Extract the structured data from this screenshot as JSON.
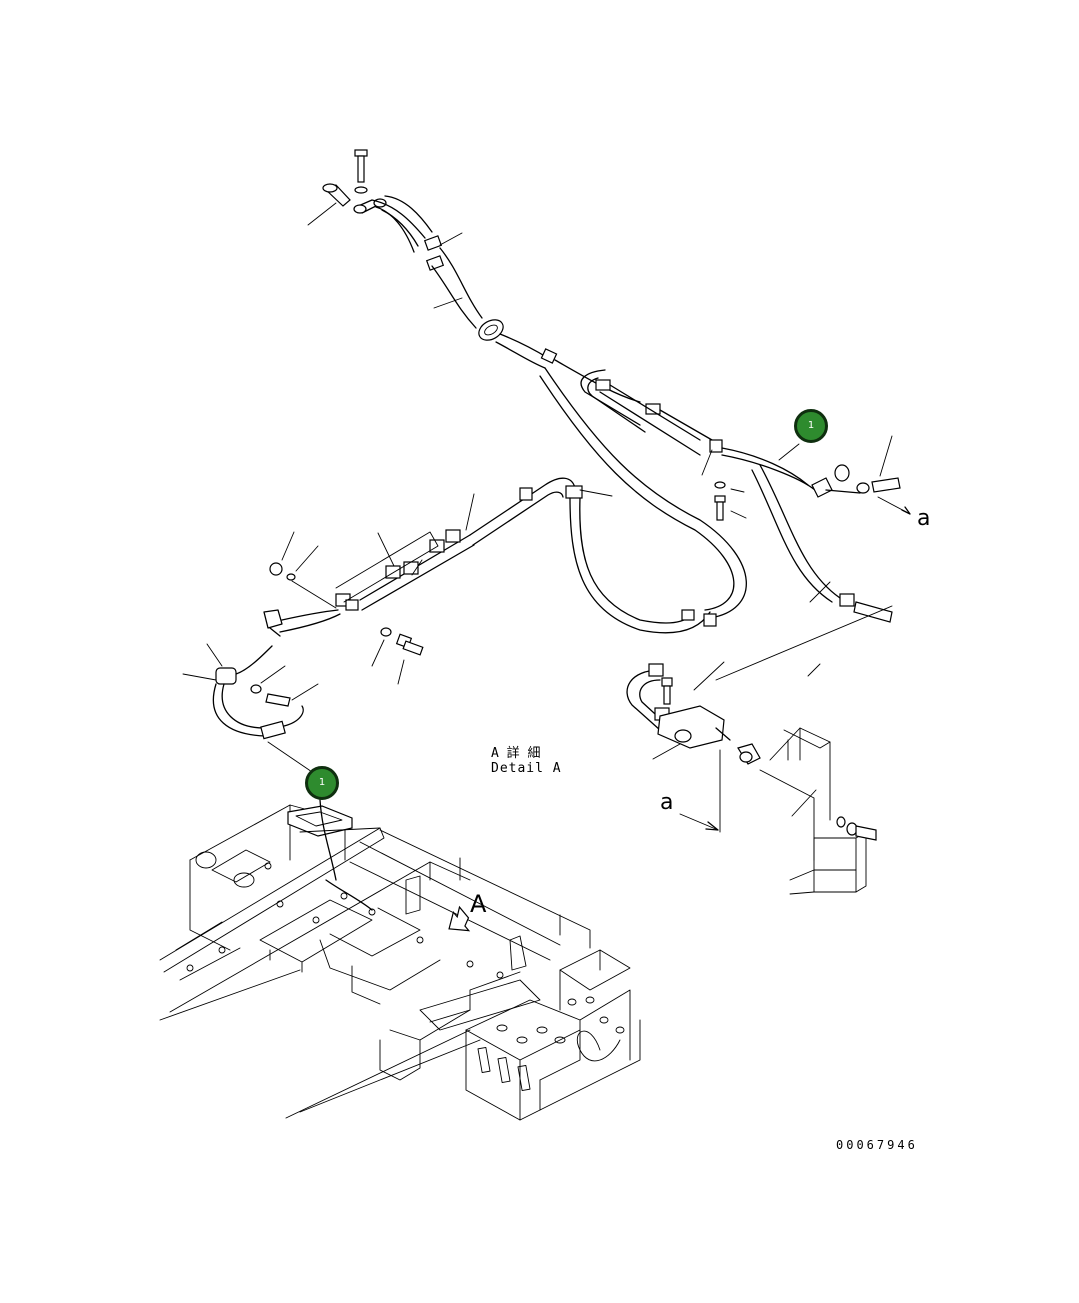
{
  "callouts": [
    {
      "label": "1"
    },
    {
      "label": "1"
    }
  ],
  "detail": {
    "title_jp": "A 詳 細",
    "title_en": "Detail A"
  },
  "view_markers": {
    "a_right": "a",
    "a_left": "a",
    "A_arrow": "A"
  },
  "drawing_number": "00067946",
  "colors": {
    "callout_fill": "#2e8b2e",
    "callout_border": "#0f2f0f",
    "line": "#000000",
    "background": "#ffffff"
  }
}
